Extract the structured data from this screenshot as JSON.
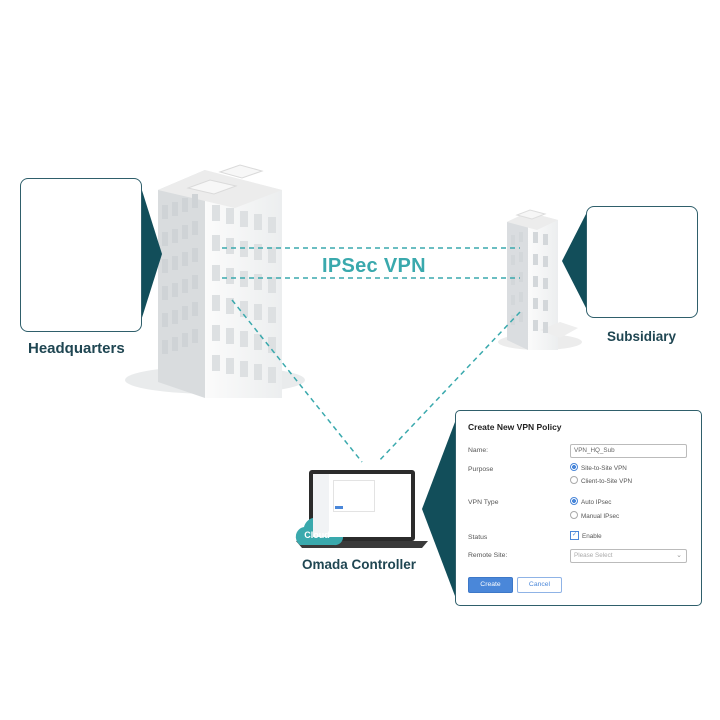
{
  "diagram": {
    "headquarters_label": "Headquarters",
    "subsidiary_label": "Subsidiary",
    "vpn_label": "IPSec VPN",
    "controller_label": "Omada Controller",
    "cloud_label": "Cloud"
  },
  "form": {
    "title": "Create New VPN Policy",
    "name_label": "Name:",
    "name_value": "VPN_HQ_Sub",
    "purpose_label": "Purpose",
    "purpose_options": [
      "Site-to-Site VPN",
      "Client-to-Site VPN"
    ],
    "purpose_selected": "Site-to-Site VPN",
    "vpn_type_label": "VPN Type",
    "vpn_type_options": [
      "Auto IPsec",
      "Manual IPsec"
    ],
    "vpn_type_selected": "Auto IPsec",
    "status_label": "Status",
    "status_checkbox": "Enable",
    "status_checked": true,
    "remote_site_label": "Remote Site:",
    "remote_site_placeholder": "Please Select",
    "create_button": "Create",
    "cancel_button": "Cancel"
  },
  "colors": {
    "teal_dark": "#124e5a",
    "teal_line": "#3aa9ad",
    "button_blue": "#4a87d9"
  },
  "icons": [
    "monitor-icon",
    "laptop-icon",
    "phone-icon",
    "cloud-icon",
    "building-icon"
  ]
}
